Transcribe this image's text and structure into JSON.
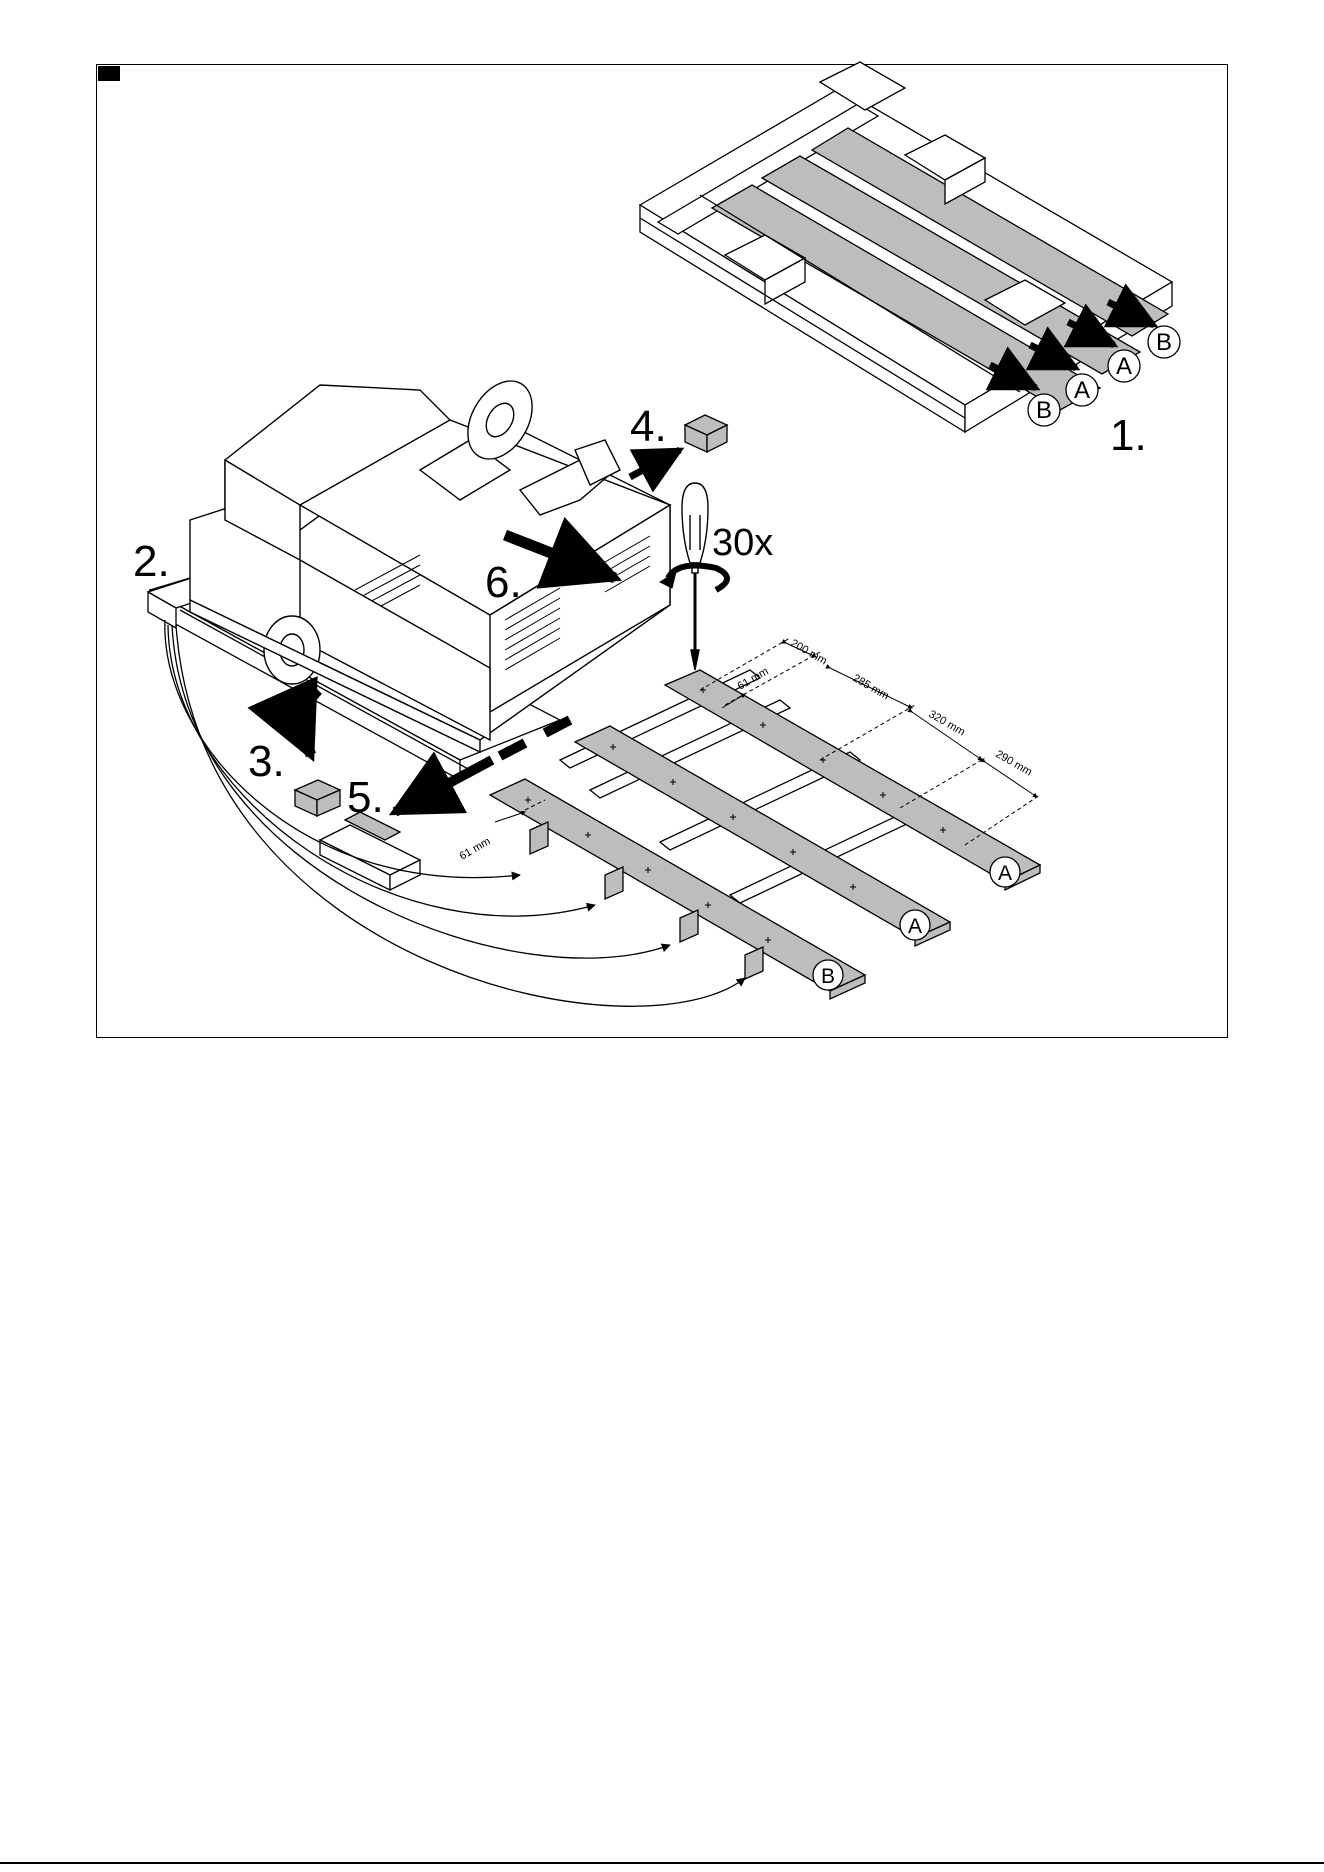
{
  "steps": [
    "1.",
    "2.",
    "3.",
    "4.",
    "5.",
    "6."
  ],
  "screw_count": "30x",
  "board_labels": {
    "a": "A",
    "b": "B"
  },
  "dimensions": {
    "d200": "200 mm",
    "d61_top": "61 mm",
    "d285": "285 mm",
    "d320": "320 mm",
    "d290": "290 mm",
    "d61_left": "61 mm"
  },
  "colors": {
    "board_fill": "#bdbdbd",
    "line": "#000000",
    "background": "#ffffff"
  },
  "icons": [
    "screwdriver-icon",
    "rotation-arrow-icon",
    "direction-arrow-icon"
  ]
}
